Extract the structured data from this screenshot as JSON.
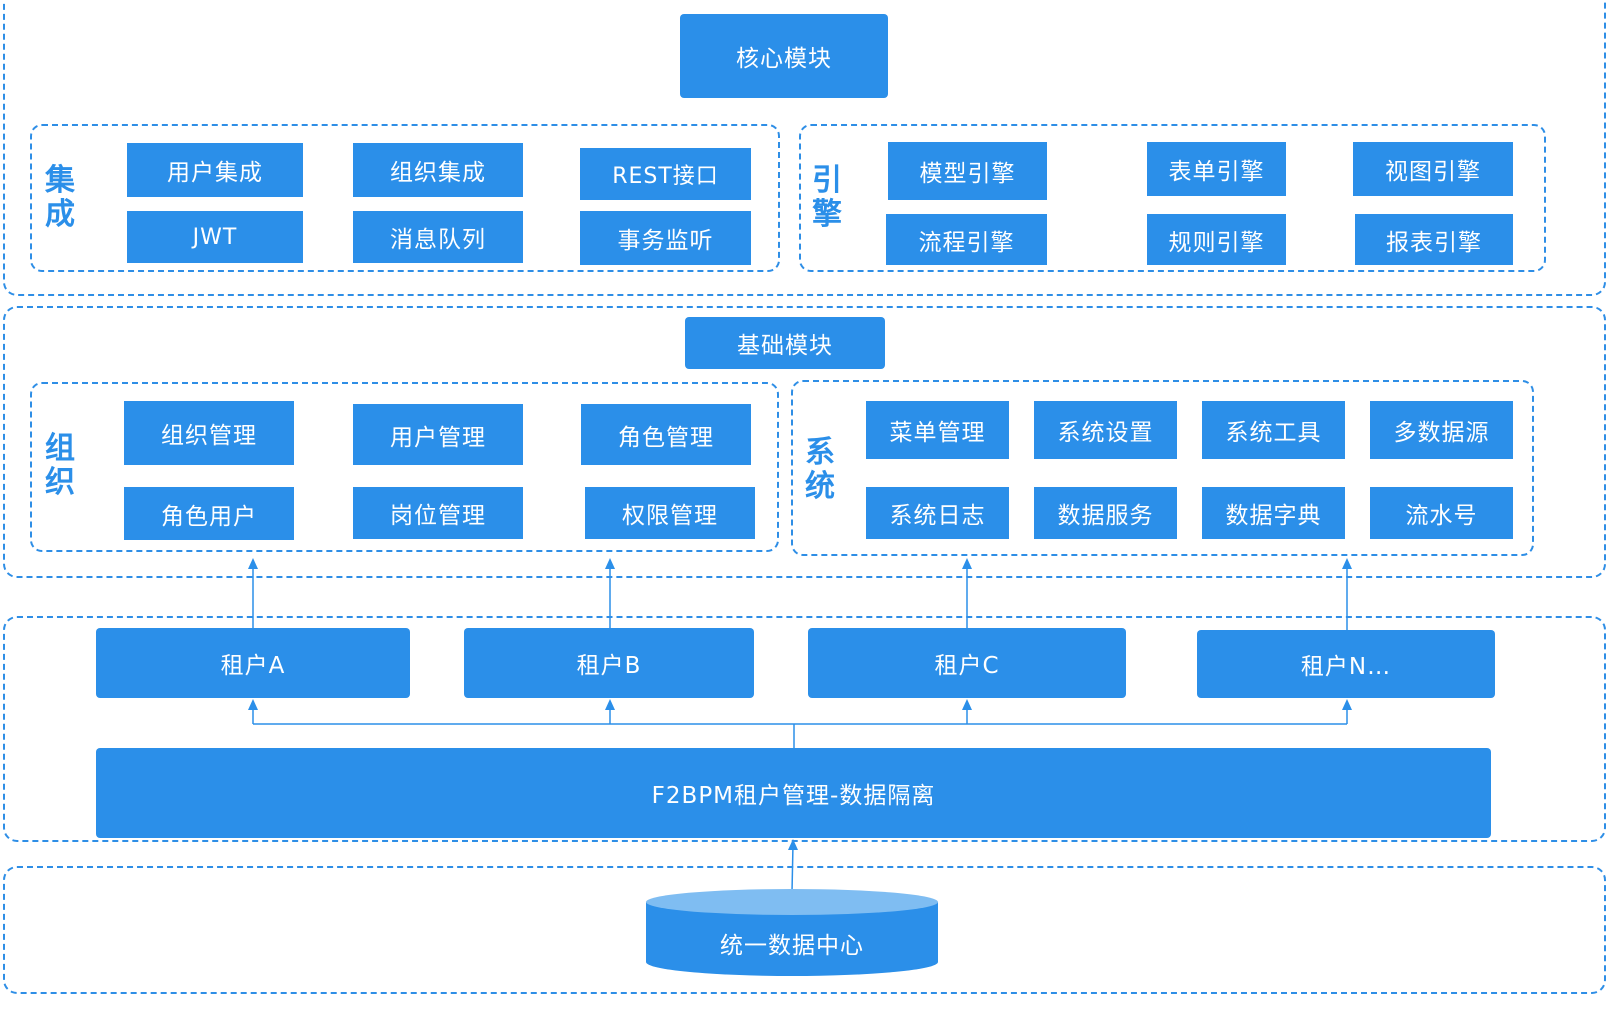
{
  "core": {
    "title": "核心模块",
    "integration": {
      "label": "集成",
      "items": [
        "用户集成",
        "组织集成",
        "REST接口",
        "JWT",
        "消息队列",
        "事务监听"
      ]
    },
    "engine": {
      "label": "引擎",
      "items": [
        "模型引擎",
        "表单引擎",
        "视图引擎",
        "流程引擎",
        "规则引擎",
        "报表引擎"
      ]
    }
  },
  "base": {
    "title": "基础模块",
    "org": {
      "label": "组织",
      "items": [
        "组织管理",
        "用户管理",
        "角色管理",
        "角色用户",
        "岗位管理",
        "权限管理"
      ]
    },
    "system": {
      "label": "系统",
      "items": [
        "菜单管理",
        "系统设置",
        "系统工具",
        "多数据源",
        "系统日志",
        "数据服务",
        "数据字典",
        "流水号"
      ]
    }
  },
  "tenants": {
    "items": [
      "租户A",
      "租户B",
      "租户C",
      "租户N…"
    ],
    "manager": "F2BPM租户管理-数据隔离"
  },
  "datacenter": {
    "label": "统一数据中心"
  },
  "colors": {
    "primary": "#2b8fe9",
    "border": "#2e8ee6",
    "cylinder_top": "#7fbdf2"
  }
}
